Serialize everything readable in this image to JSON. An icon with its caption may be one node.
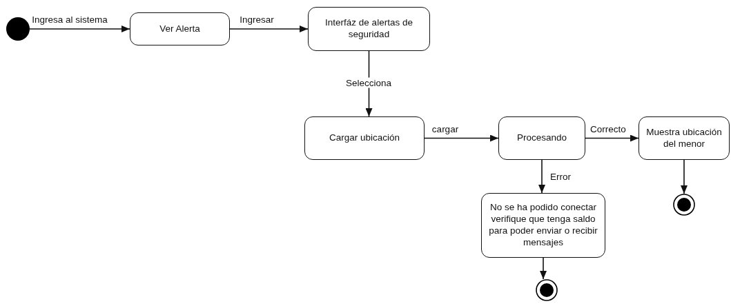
{
  "diagram": {
    "nodes": [
      {
        "text": [],
        "shape": "circle"
      },
      {
        "text": [
          "Ver Alerta"
        ]
      },
      {
        "text": [
          "Interfáz de alertas de seguridad"
        ]
      },
      {
        "text": [
          "Cargar ubicación"
        ]
      },
      {
        "text": [
          "Procesando"
        ]
      },
      {
        "text": [
          "Muestra ubicación del menor"
        ]
      },
      {
        "text": [
          "No se ha podido conectar verifique que tenga saldo para poder enviar o recibir mensajes"
        ]
      },
      {
        "text": [],
        "shape": "bullseye"
      },
      {
        "text": [],
        "shape": "bullseye"
      }
    ],
    "edges": [
      {
        "from": 0,
        "to": 1,
        "arrow": "to",
        "label": "Ingresa al sistema"
      },
      {
        "from": 1,
        "to": 2,
        "arrow": "to",
        "label": "Ingresar"
      },
      {
        "from": 2,
        "to": 3,
        "arrow": "to",
        "label": "Selecciona"
      },
      {
        "from": 3,
        "to": 4,
        "arrow": "to",
        "label": "cargar"
      },
      {
        "from": 4,
        "to": 5,
        "arrow": "to",
        "label": "Correcto"
      },
      {
        "from": 4,
        "to": 6,
        "arrow": "to",
        "label": "Error"
      },
      {
        "from": 5,
        "to": 7,
        "arrow": "to"
      },
      {
        "from": 6,
        "to": 8,
        "arrow": "to"
      }
    ]
  }
}
